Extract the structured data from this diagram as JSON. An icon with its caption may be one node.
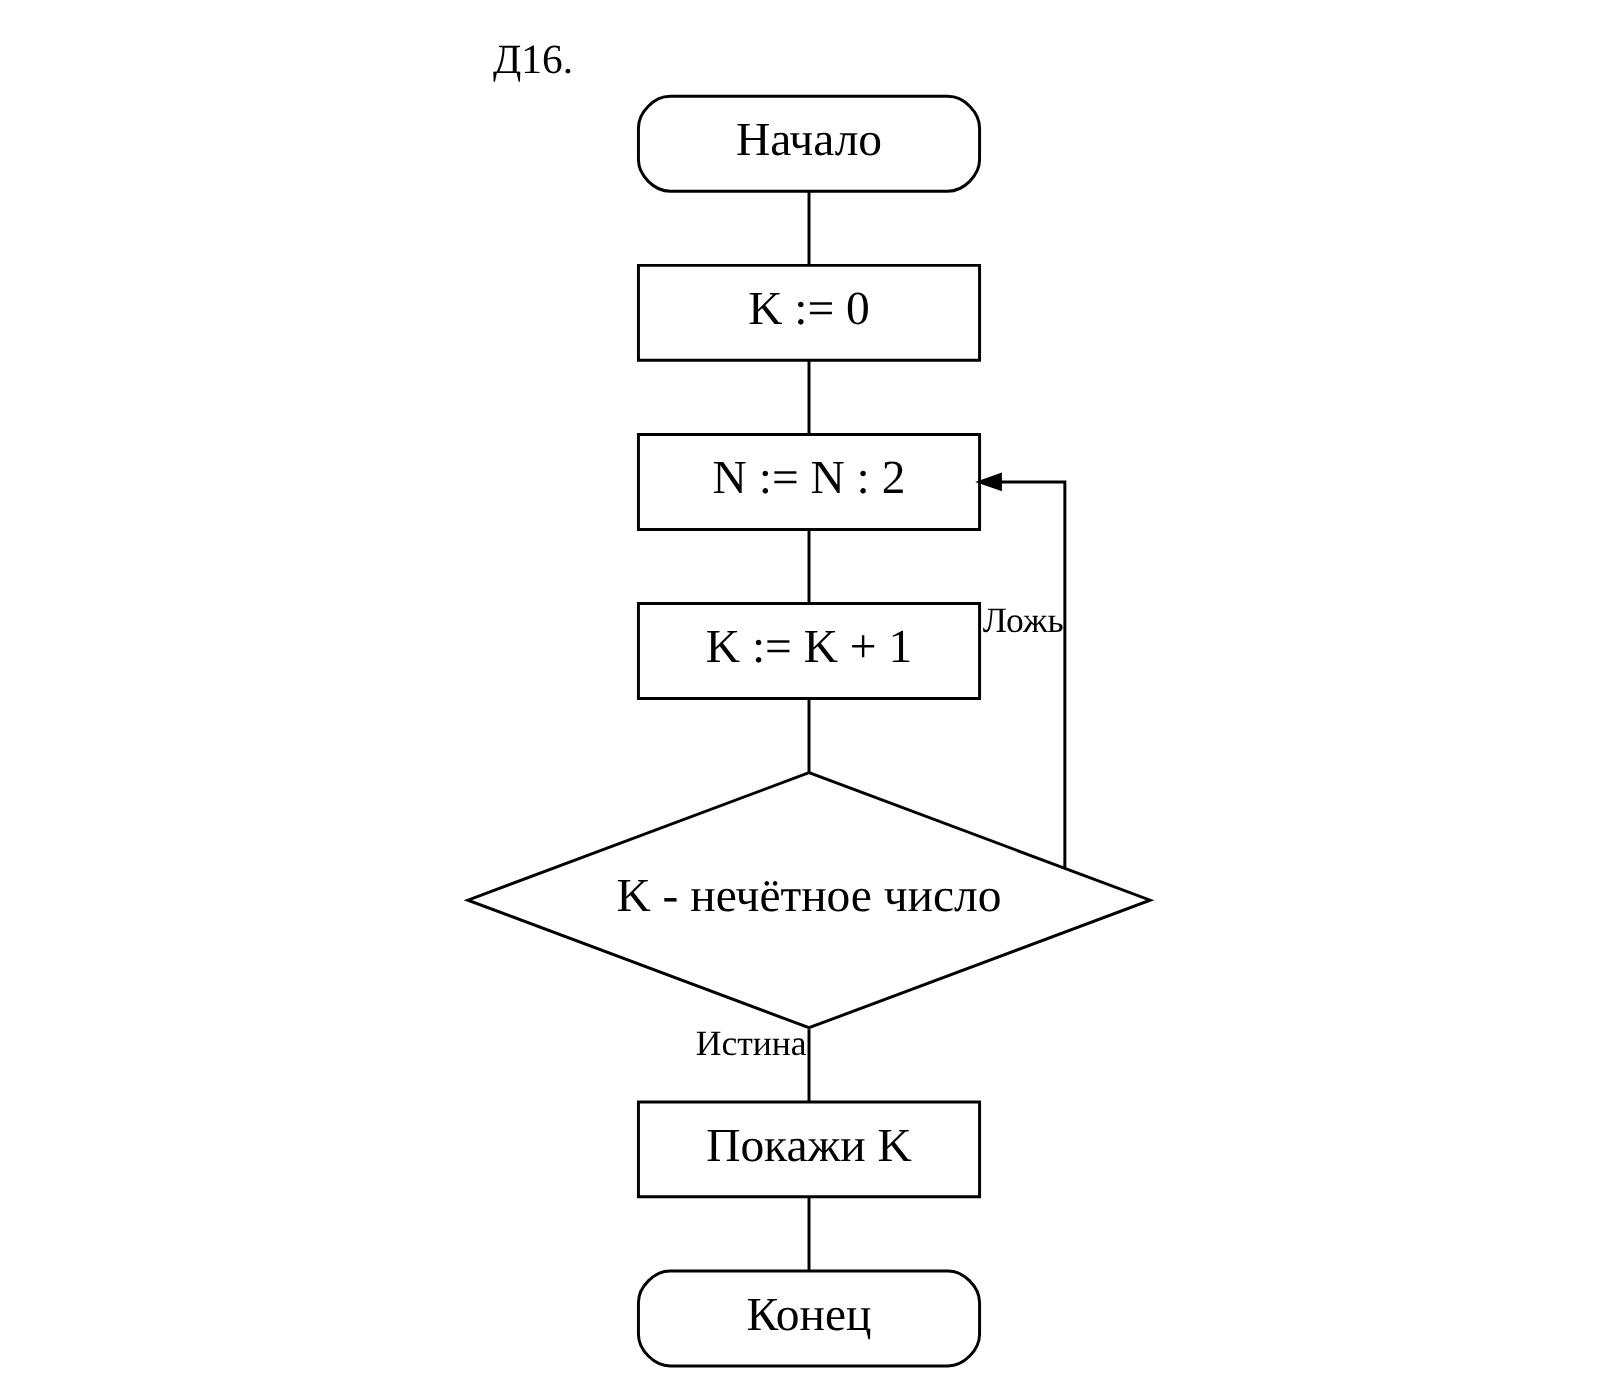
{
  "diagram": {
    "title": "Д16.",
    "nodes": [
      {
        "text": [
          "Начало"
        ]
      },
      {
        "text": [
          "K := 0"
        ]
      },
      {
        "text": [
          "N := N : 2"
        ]
      },
      {
        "text": [
          "K := K + 1"
        ]
      },
      {
        "text": [
          "K - нечётное число"
        ]
      },
      {
        "text": [
          "Покажи K"
        ]
      },
      {
        "text": [
          "Конец"
        ]
      }
    ],
    "edges": [
      {
        "from": 0,
        "to": 1,
        "arrow": "none"
      },
      {
        "from": 1,
        "to": 2,
        "arrow": "none"
      },
      {
        "from": 2,
        "to": 3,
        "arrow": "none"
      },
      {
        "from": 3,
        "to": 4,
        "arrow": "none"
      },
      {
        "from": 4,
        "to": 2,
        "arrow": "to",
        "label": "Ложь"
      },
      {
        "from": 4,
        "to": 5,
        "arrow": "none",
        "label": "Истина"
      },
      {
        "from": 5,
        "to": 6,
        "arrow": "none"
      }
    ]
  }
}
